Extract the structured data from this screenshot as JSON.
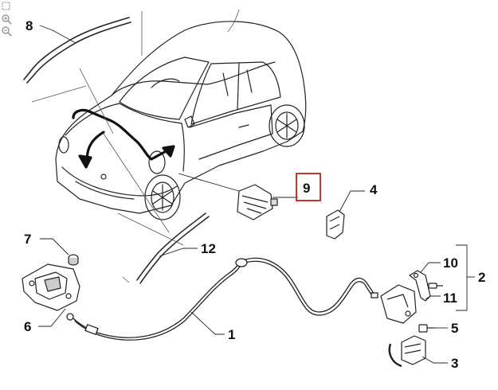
{
  "toolbar": {
    "tools": [
      {
        "icon": "selection-icon"
      },
      {
        "icon": "zoom-in-icon"
      },
      {
        "icon": "zoom-out-icon"
      }
    ]
  },
  "diagram": {
    "highlight_color": "#c0392b",
    "highlighted_callout": "9",
    "callouts": [
      {
        "id": "c1",
        "label": "1"
      },
      {
        "id": "c2",
        "label": "2"
      },
      {
        "id": "c3",
        "label": "3"
      },
      {
        "id": "c4",
        "label": "4"
      },
      {
        "id": "c5",
        "label": "5"
      },
      {
        "id": "c6",
        "label": "6"
      },
      {
        "id": "c7",
        "label": "7"
      },
      {
        "id": "c8",
        "label": "8"
      },
      {
        "id": "c9",
        "label": "9"
      },
      {
        "id": "c10",
        "label": "10"
      },
      {
        "id": "c11",
        "label": "11"
      },
      {
        "id": "c12",
        "label": "12"
      }
    ]
  }
}
